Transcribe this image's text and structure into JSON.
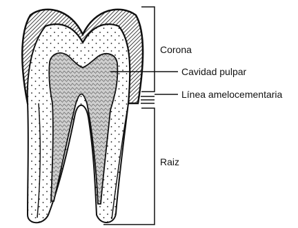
{
  "labels": {
    "corona": "Corona",
    "cavidad_pulpar": "Cavidad pulpar",
    "linea_amelocementaria": "Línea amelocementaria",
    "raiz": "Raiz"
  },
  "colors": {
    "outline": "#111111",
    "pulp": "#8a8a8a",
    "background": "#ffffff"
  }
}
